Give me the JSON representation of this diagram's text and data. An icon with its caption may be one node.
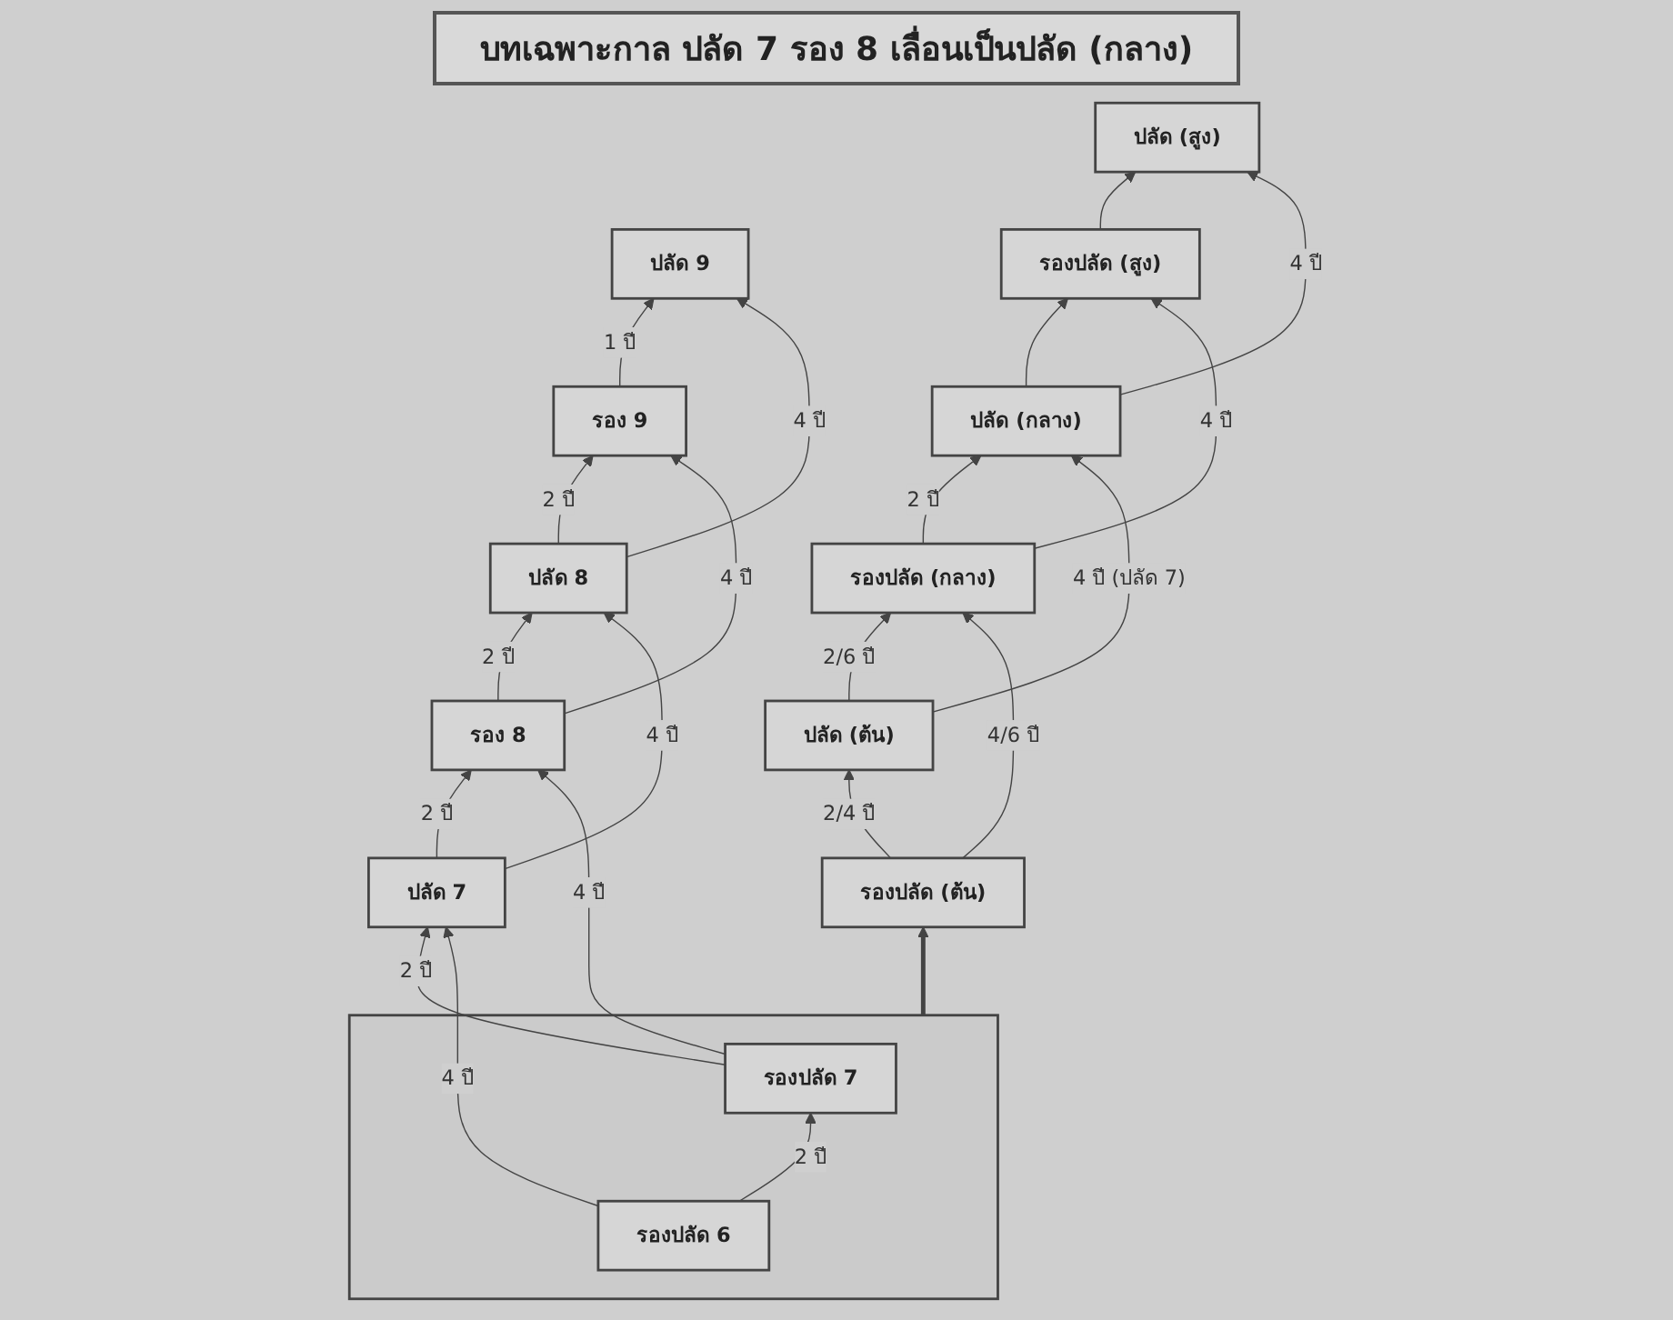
{
  "diagram": {
    "title": "บทเฉพาะกาล ปลัด 7 รอง 8 เลื่อนเป็นปลัด (กลาง)",
    "nodes": [
      {
        "text": [
          "ปลัด 9"
        ]
      },
      {
        "text": [
          "รอง 9"
        ]
      },
      {
        "text": [
          "ปลัด 8"
        ]
      },
      {
        "text": [
          "รอง 8"
        ]
      },
      {
        "text": [
          "ปลัด 7"
        ]
      },
      {
        "text": [],
        "shape": "box"
      },
      {
        "text": [
          "รองปลัด 7"
        ],
        "in": 5
      },
      {
        "text": [
          "รองปลัด 6"
        ],
        "in": 5
      },
      {
        "text": [
          "ปลัด (สูง)"
        ]
      },
      {
        "text": [
          "รองปลัด (สูง)"
        ]
      },
      {
        "text": [
          "ปลัด (กลาง)"
        ]
      },
      {
        "text": [
          "รองปลัด (กลาง)"
        ]
      },
      {
        "text": [
          "ปลัด (ต้น)"
        ]
      },
      {
        "text": [
          "รองปลัด (ต้น)"
        ]
      }
    ],
    "edges": [
      {
        "from": 1,
        "to": 0,
        "arrow": "to",
        "label": "1 ปี"
      },
      {
        "from": 2,
        "to": 1,
        "arrow": "to",
        "label": "2 ปี"
      },
      {
        "from": 3,
        "to": 2,
        "arrow": "to",
        "label": "2 ปี"
      },
      {
        "from": 4,
        "to": 3,
        "arrow": "to",
        "label": "2 ปี"
      },
      {
        "from": 6,
        "to": 4,
        "arrow": "to",
        "label": "2 ปี"
      },
      {
        "from": 7,
        "to": 6,
        "arrow": "to",
        "label": "2 ปี"
      },
      {
        "from": 2,
        "to": 0,
        "arrow": "to",
        "label": "4 ปี"
      },
      {
        "from": 3,
        "to": 1,
        "arrow": "to",
        "label": "4 ปี"
      },
      {
        "from": 4,
        "to": 2,
        "arrow": "to",
        "label": "4 ปี"
      },
      {
        "from": 6,
        "to": 3,
        "arrow": "to",
        "label": "4 ปี"
      },
      {
        "from": 7,
        "to": 4,
        "arrow": "to",
        "label": "4 ปี"
      },
      {
        "from": 5,
        "to": 13,
        "arrow": "to",
        "style": "thick"
      },
      {
        "from": 9,
        "to": 8,
        "arrow": "to"
      },
      {
        "from": 10,
        "to": 9,
        "arrow": "to"
      },
      {
        "from": 11,
        "to": 10,
        "arrow": "to",
        "label": "2 ปี"
      },
      {
        "from": 12,
        "to": 11,
        "arrow": "to",
        "label": "2/6 ปี"
      },
      {
        "from": 13,
        "to": 12,
        "arrow": "to",
        "label": "2/4 ปี"
      },
      {
        "from": 10,
        "to": 8,
        "arrow": "to",
        "label": "4 ปี"
      },
      {
        "from": 11,
        "to": 9,
        "arrow": "to",
        "label": "4 ปี"
      },
      {
        "from": 12,
        "to": 10,
        "arrow": "to",
        "label": "4 ปี (ปลัด 7)"
      },
      {
        "from": 13,
        "to": 11,
        "arrow": "to",
        "label": "4/6 ปี"
      }
    ]
  }
}
